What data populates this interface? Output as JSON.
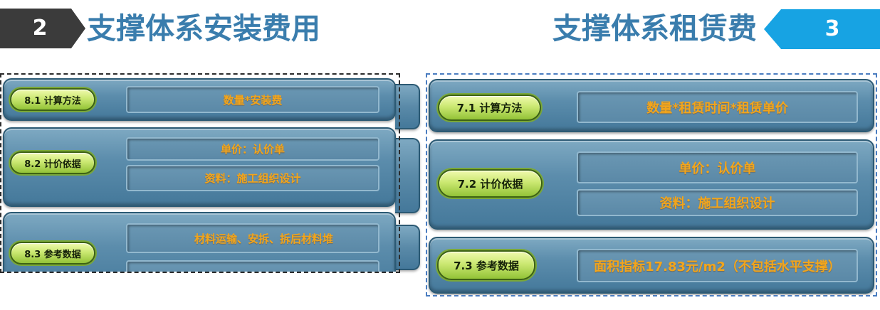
{
  "left_section": {
    "number": "2",
    "title": "支撑体系安装费用"
  },
  "right_section": {
    "number": "3",
    "title": "支撑体系租赁费"
  },
  "left_panel": {
    "rows": [
      {
        "label": "8.1 计算方法",
        "items": [
          "数量*安装费"
        ]
      },
      {
        "label": "8.2 计价依据",
        "items": [
          "单价：认价单",
          "资料：施工组织设计"
        ]
      },
      {
        "label": "8.3 参考数据",
        "items": [
          "材料运输、安拆、拆后材料堆"
        ]
      }
    ]
  },
  "right_panel": {
    "rows": [
      {
        "label": "7.1 计算方法",
        "items": [
          "数量*租赁时间*租赁单价"
        ]
      },
      {
        "label": "7.2 计价依据",
        "items": [
          "单价：认价单",
          "资料：施工组织设计"
        ]
      },
      {
        "label": "7.3 参考数据",
        "items": [
          "面积指标17.83元/m2（不包括水平支撑）"
        ]
      }
    ]
  },
  "colors": {
    "left_badge": "#3b3b3b",
    "right_badge": "#17a3e3",
    "title": "#3a7dad",
    "value_text": "#f2a51c",
    "label_pill": "#cbe872",
    "row_box": "#5c8dac"
  }
}
